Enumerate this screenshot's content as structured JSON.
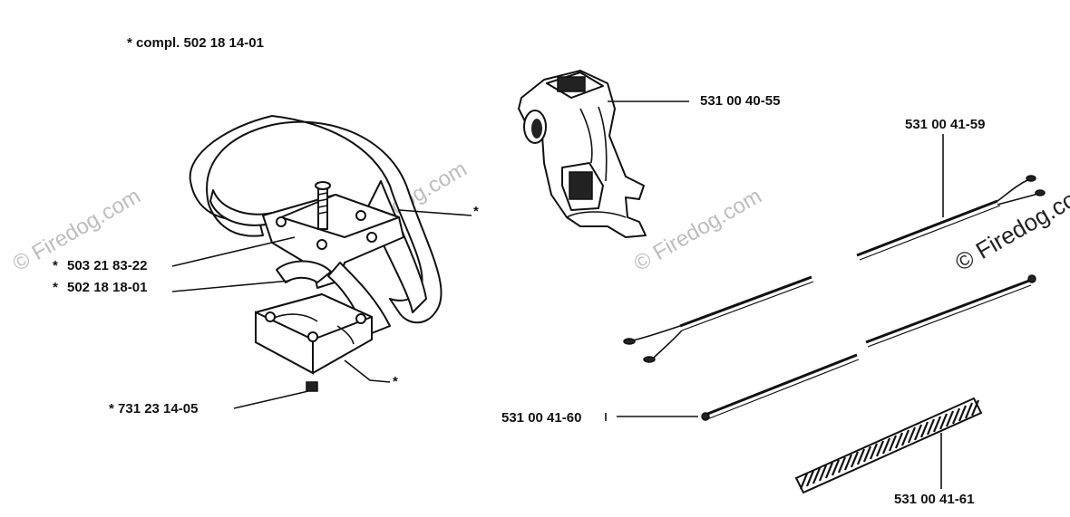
{
  "header": {
    "note": "* compl. 502 18 14-01"
  },
  "labels": {
    "clamp_holder": "531 00 40-55",
    "cable_upper": "531 00 41-59",
    "screw": "503 21 83-22",
    "strap": "502 18 18-01",
    "nut": "* 731 23 14-05",
    "cable_lower": "531 00 41-60",
    "spring_sleeve": "531 00 41-61",
    "asterisk": "*"
  },
  "watermark": {
    "text": "© Firedog.com"
  }
}
